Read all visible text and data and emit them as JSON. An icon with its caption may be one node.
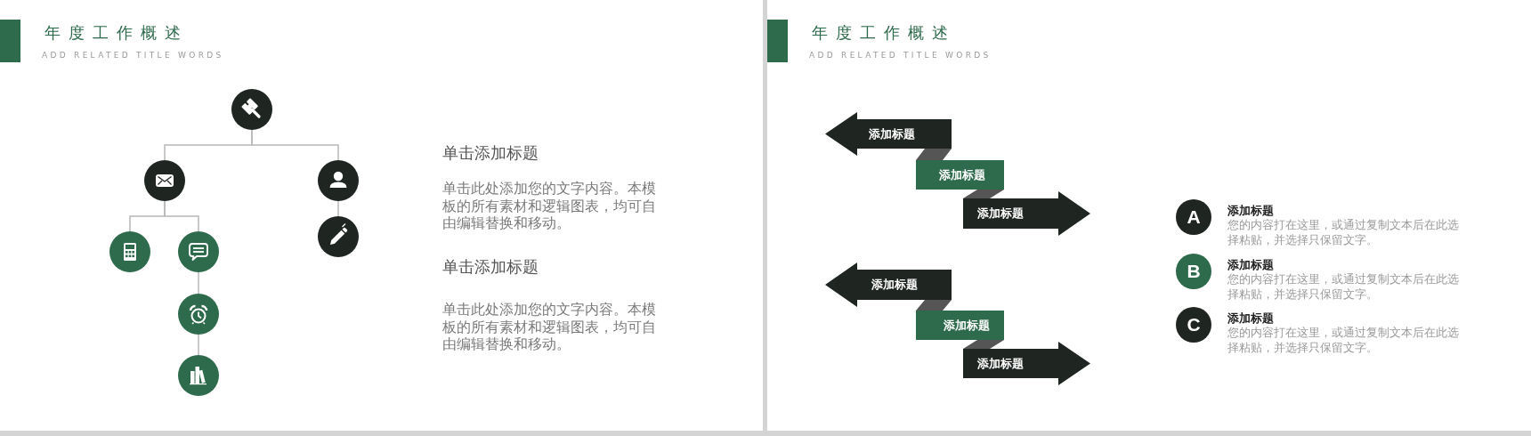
{
  "diagram": {
    "nodes": [
      {
        "text": [],
        "shape": "circle"
      },
      {
        "text": [],
        "shape": "circle"
      },
      {
        "text": [],
        "shape": "circle"
      },
      {
        "text": [],
        "shape": "circle"
      },
      {
        "text": [],
        "shape": "circle"
      },
      {
        "text": [],
        "shape": "circle"
      },
      {
        "text": [],
        "shape": "circle"
      },
      {
        "text": [],
        "shape": "circle"
      },
      {
        "text": [
          "添加标题"
        ]
      },
      {
        "text": [
          "添加标题"
        ]
      },
      {
        "text": [
          "添加标题"
        ]
      },
      {
        "text": [
          "添加标题"
        ]
      },
      {
        "text": [
          "添加标题"
        ]
      },
      {
        "text": [
          "添加标题"
        ]
      },
      {
        "text": [
          "A"
        ],
        "beside": [
          "添加标题",
          "您的内容打在这里，或通过复制文本后在此选择粘贴，并选择只保留文字。"
        ]
      },
      {
        "text": [
          "B"
        ],
        "beside": [
          "添加标题",
          "您的内容打在这里，或通过复制文本后在此选择粘贴，并选择只保留文字。"
        ]
      },
      {
        "text": [
          "C"
        ],
        "beside": [
          "添加标题",
          "您的内容打在这里，或通过复制文本后在此选择粘贴，并选择只保留文字。"
        ]
      }
    ],
    "edges": [
      {
        "from": 0,
        "to": 1,
        "arrow": "none"
      },
      {
        "from": 0,
        "to": 2,
        "arrow": "none"
      },
      {
        "from": 1,
        "to": 3,
        "arrow": "none"
      },
      {
        "from": 1,
        "to": 4,
        "arrow": "none"
      },
      {
        "from": 4,
        "to": 6,
        "arrow": "none"
      },
      {
        "from": 6,
        "to": 7,
        "arrow": "none"
      },
      {
        "from": 2,
        "to": 5,
        "arrow": "none"
      },
      {
        "from": 8,
        "to": 9,
        "arrow": "none",
        "style": "thick",
        "color": "#555555"
      },
      {
        "from": 9,
        "to": 10,
        "arrow": "none",
        "style": "thick",
        "color": "#555555"
      },
      {
        "from": 11,
        "to": 12,
        "arrow": "none",
        "style": "thick",
        "color": "#555555"
      },
      {
        "from": 12,
        "to": 13,
        "arrow": "none",
        "style": "thick",
        "color": "#555555"
      }
    ],
    "labels": [
      "年度工作概述",
      "ADD RELATED TITLE WORDS",
      "单击添加标题",
      "单击此处添加您的文字内容。本模板的所有素材和逻辑图表，均可自由编辑替换和移动。",
      "单击添加标题",
      "单击此处添加您的文字内容。本模板的所有素材和逻辑图表，均可自由编辑替换和移动。",
      "年度工作概述",
      "ADD RELATED TITLE WORDS"
    ]
  }
}
